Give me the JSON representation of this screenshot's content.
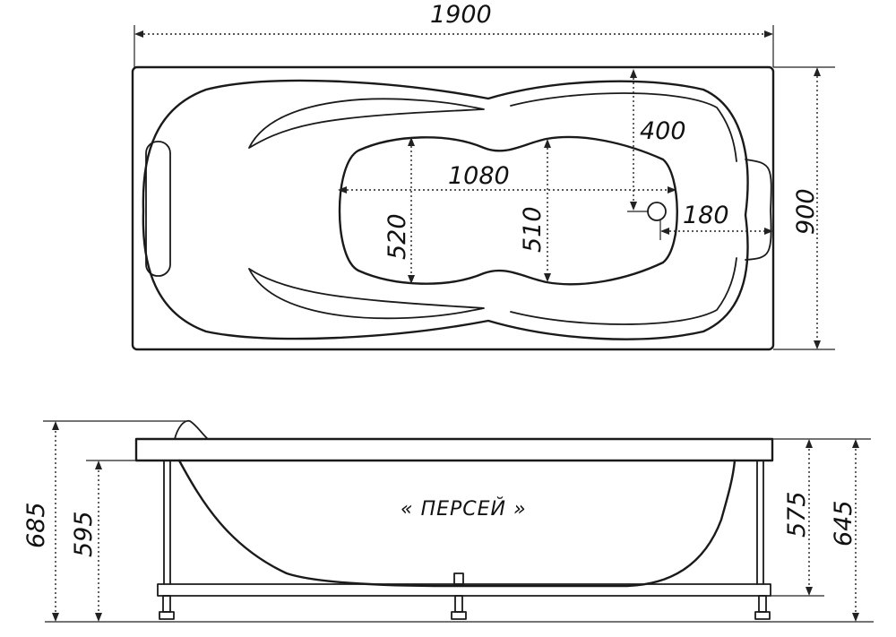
{
  "top_view": {
    "length_label": "1900",
    "width_label": "900",
    "inner_length_label": "1080",
    "inner_width_left_label": "520",
    "inner_width_right_label": "510",
    "drain_offset_label": "400",
    "drain_end_label": "180"
  },
  "side_view": {
    "model_name": "« ПЕРСЕЙ »",
    "height_total_label": "685",
    "height_rim_left_label": "595",
    "height_rim_right_label": "575",
    "height_total_right_label": "645"
  }
}
